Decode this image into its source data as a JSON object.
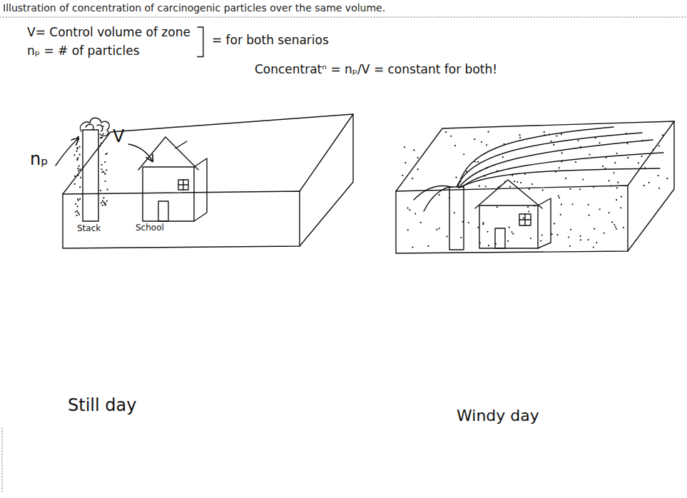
{
  "diagram": {
    "title": "Illustration of concentration of carcinogenic particles over the same volume.",
    "labels": [
      "V= Control volume of zone",
      "nₚ = # of particles",
      "= for both senarios",
      "Concentratⁿ = nₚ/V = constant for both!",
      "V",
      "nₚ",
      "Stack",
      "School",
      "Still day",
      "Windy day"
    ]
  }
}
